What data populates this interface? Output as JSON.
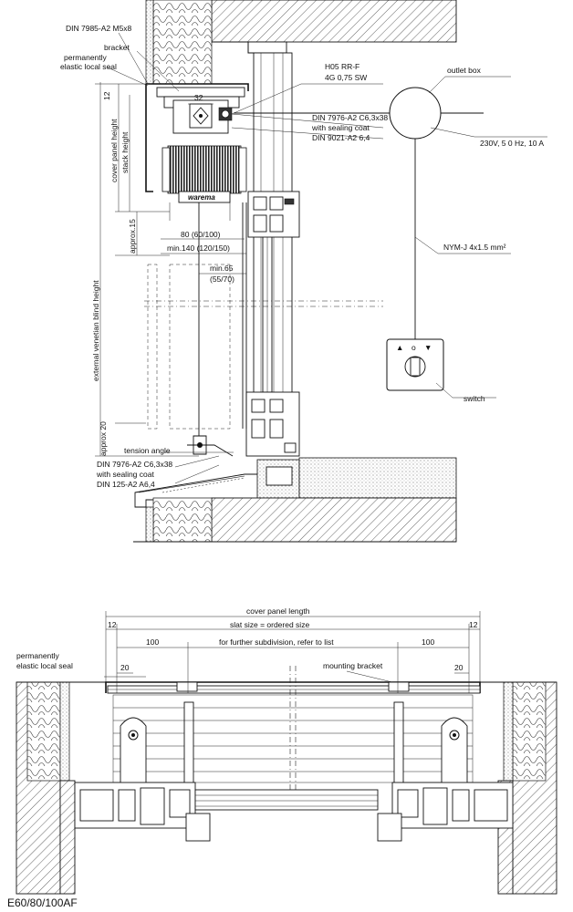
{
  "section": {
    "labels": {
      "din_7985": "DIN 7985-A2 M5x8",
      "bracket": "bracket",
      "seal_1": "permanently",
      "seal_2": "elastic local seal",
      "cable_1": "H05 RR-F",
      "cable_2": "4G 0,75 SW",
      "outlet_box": "outlet box",
      "din_7976_1": "DIN 7976-A2 C6,3x38",
      "din_7976_2": "with sealing coat",
      "din_9021": "DIN 9021-A2 6,4",
      "power": "230V, 5 0 Hz, 10 A",
      "nym": "NYM-J 4x1.5 mm²",
      "switch": "switch",
      "tension_angle": "tension angle",
      "din_7976b_1": "DIN 7976-A2 C6,3x38",
      "din_7976b_2": "with sealing coat",
      "din_125": "DIN 125-A2 A6,4",
      "brand": "warema"
    },
    "dims": {
      "d12": "12",
      "d32": "32",
      "cover_panel_height": "cover panel height",
      "stack_height": "stack height",
      "approx15": "approx.15",
      "d80": "80 (60/100)",
      "min140": "min.140 (120/150)",
      "min65_1": "min.65",
      "min65_2": "(55/70)",
      "blind_height": "external venetian blind height",
      "approx20": "approx 20"
    },
    "switch_symbols": {
      "up": "▲",
      "stop": "o",
      "down": "▼"
    }
  },
  "plan": {
    "labels": {
      "cover_panel_length": "cover panel length",
      "slat_size": "slat size = ordered size",
      "further": "for further subdivision, refer to list",
      "seal_1": "permanently",
      "seal_2": "elastic local seal",
      "mounting_bracket": "mounting bracket"
    },
    "dims": {
      "d12_left": "12",
      "d12_right": "12",
      "d100_left": "100",
      "d100_right": "100",
      "d20_left": "20",
      "d20_right": "20"
    }
  },
  "model": "E60/80/100AF"
}
